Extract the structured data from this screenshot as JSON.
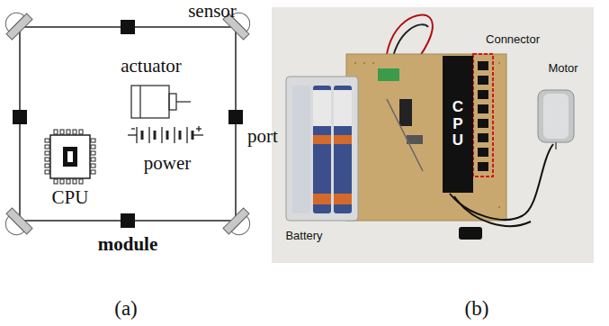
{
  "diagram": {
    "nodes": [
      {
        "text": [
          "CPU"
        ]
      }
    ],
    "labels": [
      "sensor",
      "actuator",
      "port",
      "power",
      "CPU",
      "module",
      "(a)",
      "Connector",
      "Motor",
      "Battery",
      "(b)"
    ]
  }
}
